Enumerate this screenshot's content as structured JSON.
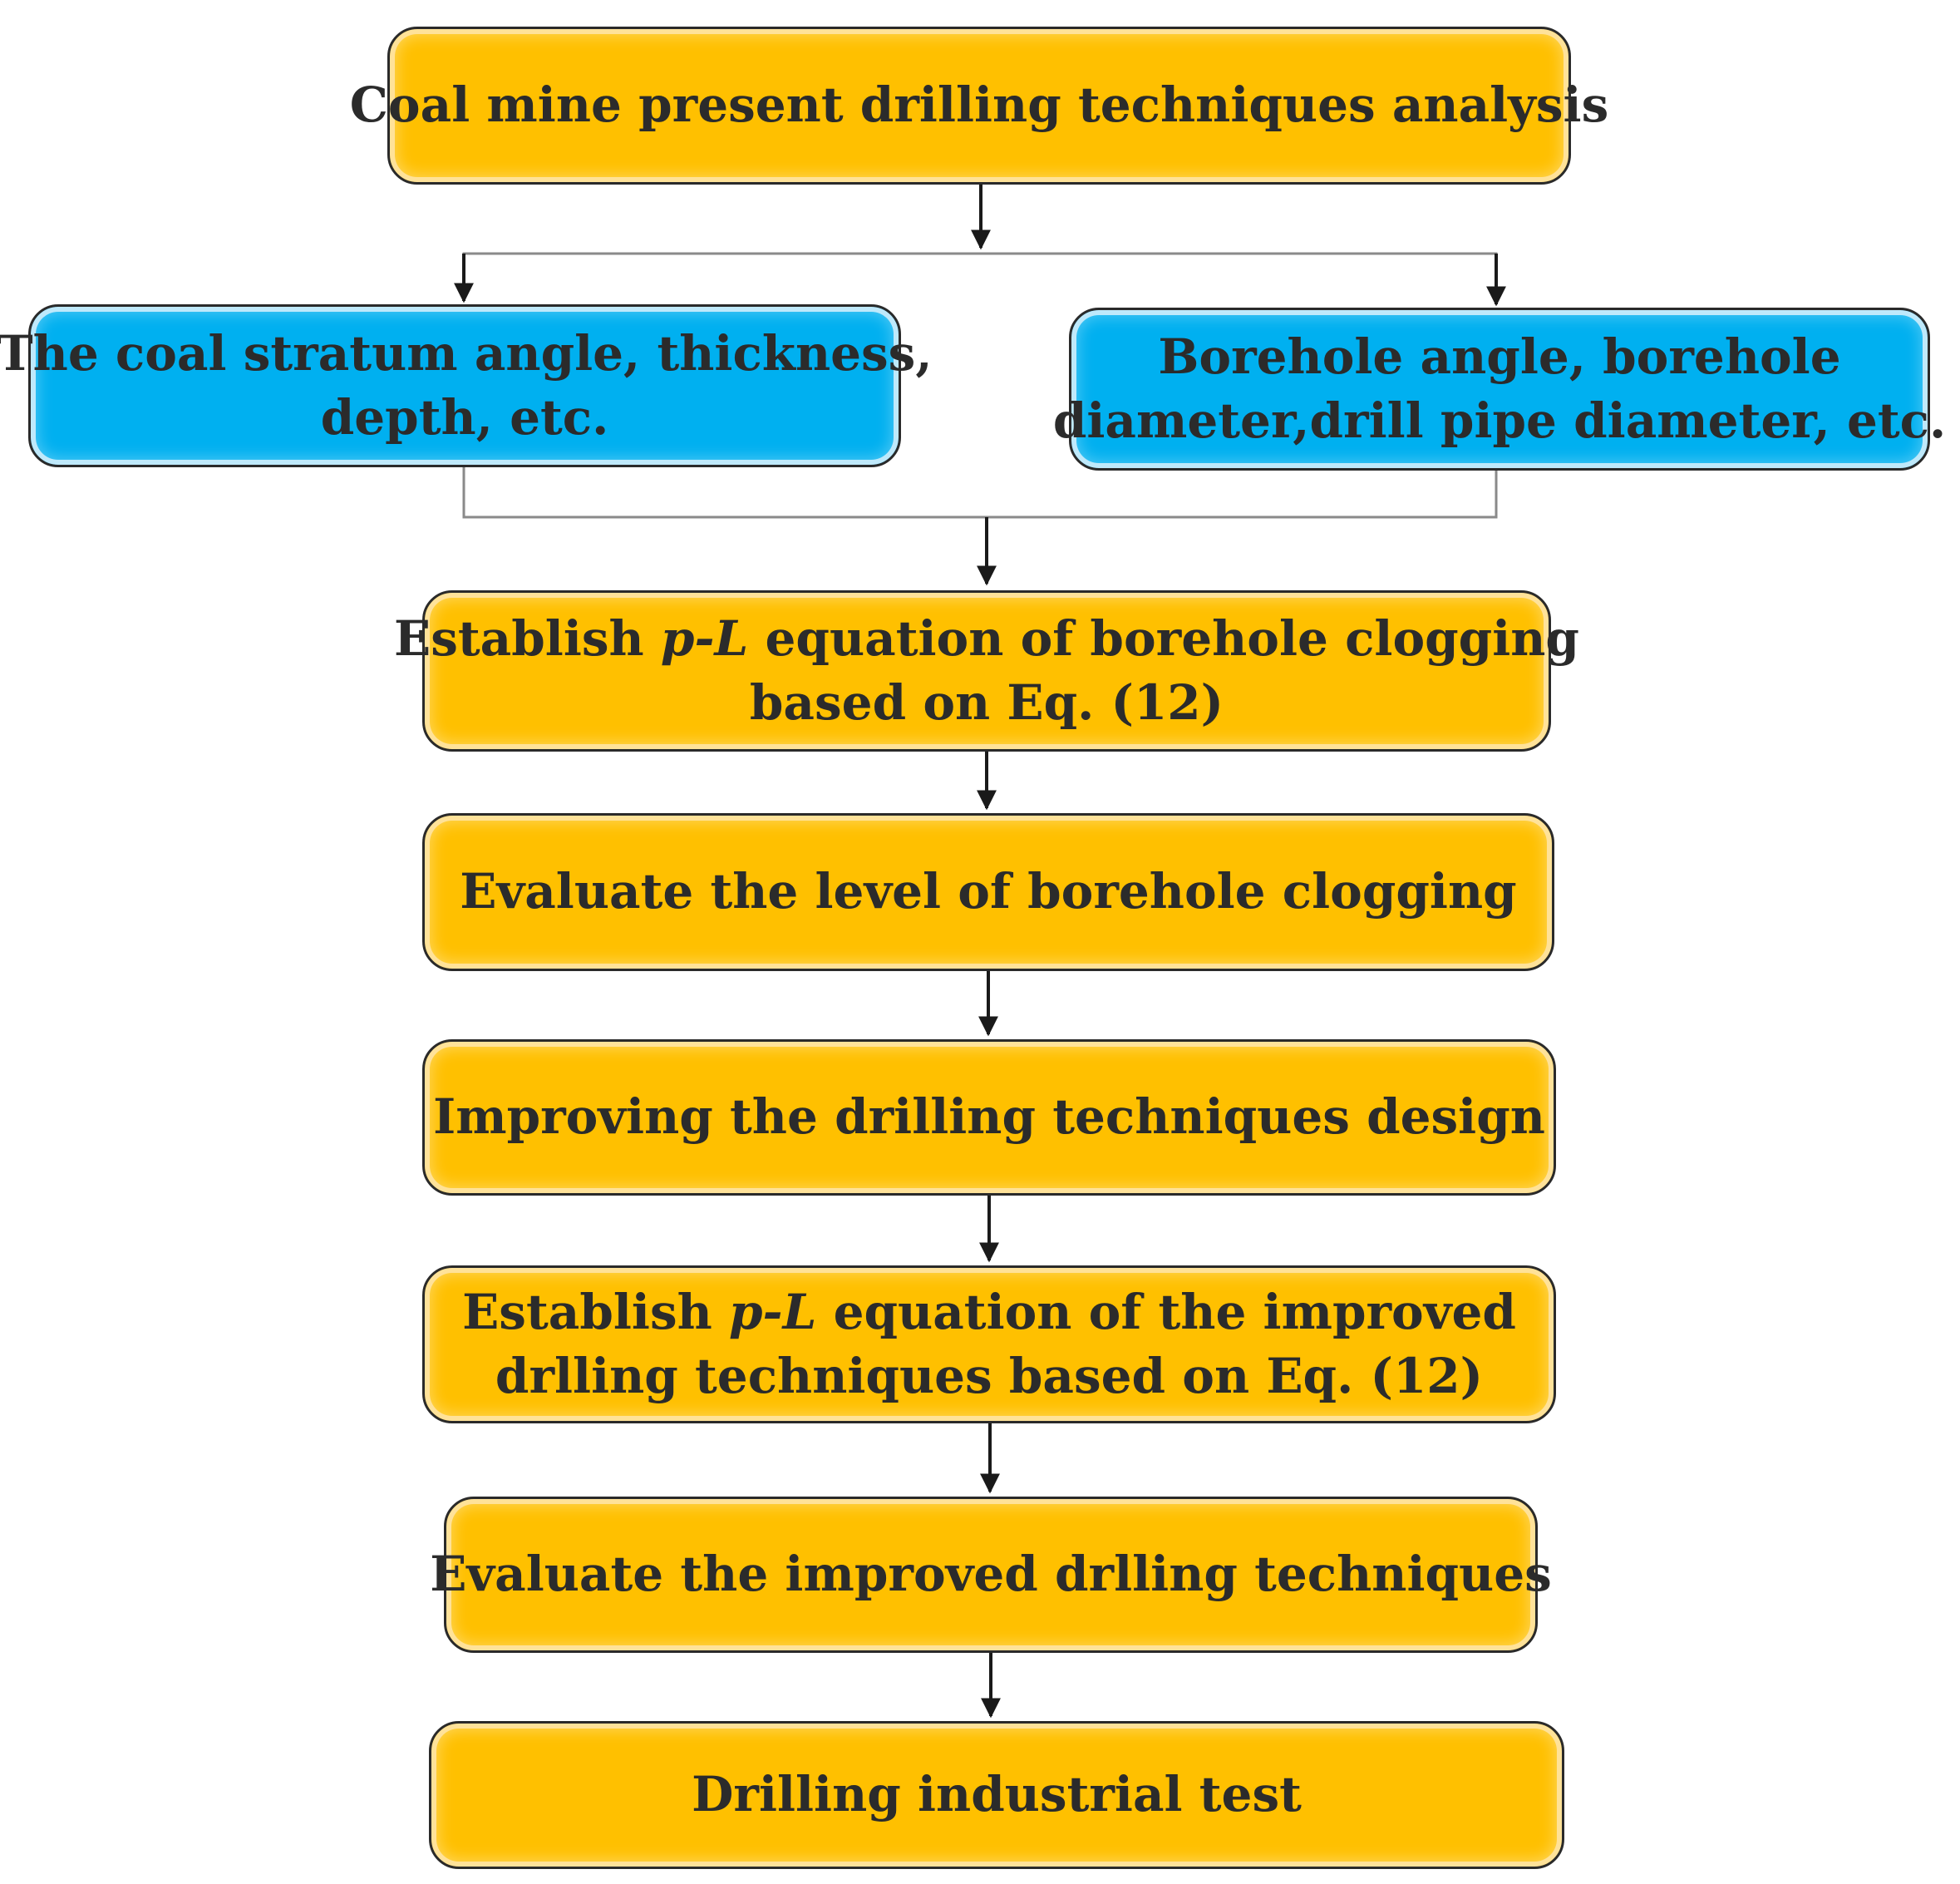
{
  "nodes": {
    "analysis": {
      "text": "Coal mine  present drilling techniques analysis"
    },
    "stratum": {
      "line1": "The coal stratum angle, thickness,",
      "line2": "depth, etc."
    },
    "borehole": {
      "line1": "Borehole angle, borehole",
      "line2": "diameter,drill pipe diameter, etc."
    },
    "establish1": {
      "pre": "Establish ",
      "var": "p-L",
      "post": " equation of borehole clogging",
      "line2": "based on Eq. (12)"
    },
    "evaluate1": {
      "text": "Evaluate the level of borehole clogging"
    },
    "improve": {
      "text": "Improving the drilling techniques design"
    },
    "establish2": {
      "pre": "Establish ",
      "var": "p-L",
      "post": " equation of the improved",
      "line2": "drlling techniques based on Eq. (12)"
    },
    "evaluate2": {
      "text": "Evaluate the  improved drlling techniques"
    },
    "test": {
      "text": "Drilling  industrial test"
    }
  },
  "colors": {
    "process": "#ffc000",
    "parameter": "#00b0f0",
    "connector": "#1a1a1a"
  }
}
